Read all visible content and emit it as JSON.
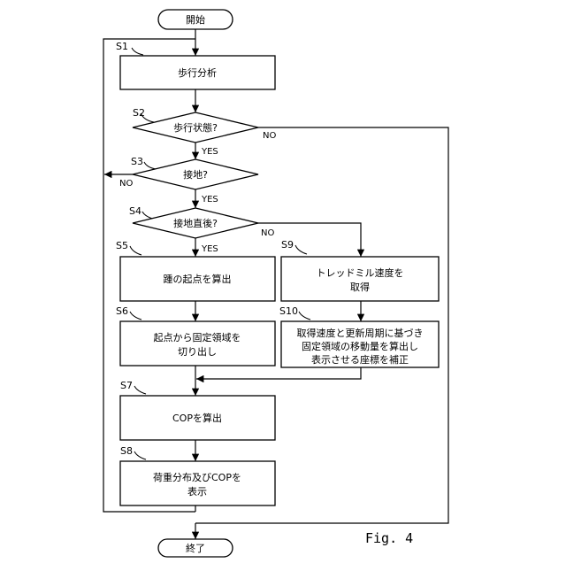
{
  "terminals": {
    "start": "開始",
    "end": "終了"
  },
  "steps": {
    "s1": {
      "id": "S1",
      "text": "歩行分析"
    },
    "s2": {
      "id": "S2",
      "text": "歩行状態?"
    },
    "s3": {
      "id": "S3",
      "text": "接地?"
    },
    "s4": {
      "id": "S4",
      "text": "接地直後?"
    },
    "s5": {
      "id": "S5",
      "text": "踵の起点を算出"
    },
    "s6": {
      "id": "S6",
      "line1": "起点から固定領域を",
      "line2": "切り出し"
    },
    "s7": {
      "id": "S7",
      "text": "COPを算出"
    },
    "s8": {
      "id": "S8",
      "line1": "荷重分布及びCOPを",
      "line2": "表示"
    },
    "s9": {
      "id": "S9",
      "line1": "トレッドミル速度を",
      "line2": "取得"
    },
    "s10": {
      "id": "S10",
      "line1": "取得速度と更新周期に基づき",
      "line2": "固定領域の移動量を算出し",
      "line3": "表示させる座標を補正"
    }
  },
  "branches": {
    "yes": "YES",
    "no": "NO"
  },
  "figure_label": "Fig. 4"
}
